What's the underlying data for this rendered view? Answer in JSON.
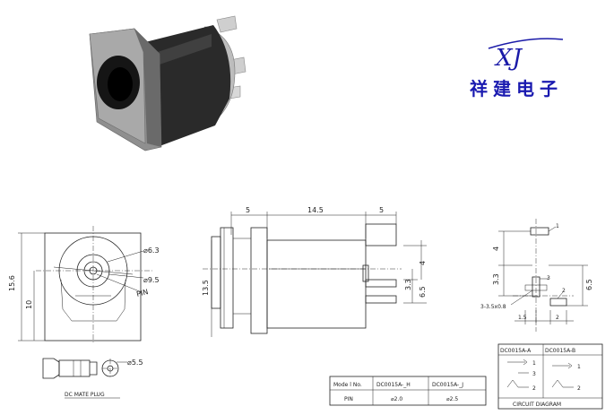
{
  "brand": {
    "logo_text": "XJ",
    "name": "祥建电子"
  },
  "front_view": {
    "dia_outer": "⌀6.3",
    "dia_inner": "⌀9.5",
    "pin_label": "PIN",
    "height_total": "15.6",
    "height_inner": "10"
  },
  "side_view": {
    "dim_left": "5",
    "dim_body": "14.5",
    "dim_right": "5",
    "dim_height": "13.5",
    "dim_pin_top": "4",
    "dim_pin_gap": "3.3",
    "dim_pin_right": "6.5"
  },
  "pin_view": {
    "dim_top": "4",
    "dim_mid": "3.3",
    "dim_right": "6.5",
    "dim_hole": "3-3.5x0.8",
    "dim_bottom_left": "1.5",
    "dim_bottom_right": "2",
    "pin_1": "1",
    "pin_2": "2",
    "pin_3": "3"
  },
  "plug": {
    "dia": "⌀5.5",
    "caption": "DC MATE PLUG"
  },
  "model_table": {
    "header": [
      "Mode l No.",
      "DC0015A-_H",
      "DC0015A-_J"
    ],
    "row": [
      "PIN",
      "⌀2.0",
      "⌀2.5"
    ]
  },
  "circuit_table": {
    "header": [
      "DC0015A-A",
      "DC0015A-B"
    ],
    "caption": "CIRCUIT DIAGRAM",
    "pins_a": [
      "1",
      "3",
      "2"
    ],
    "pins_b": [
      "1",
      "2"
    ]
  }
}
